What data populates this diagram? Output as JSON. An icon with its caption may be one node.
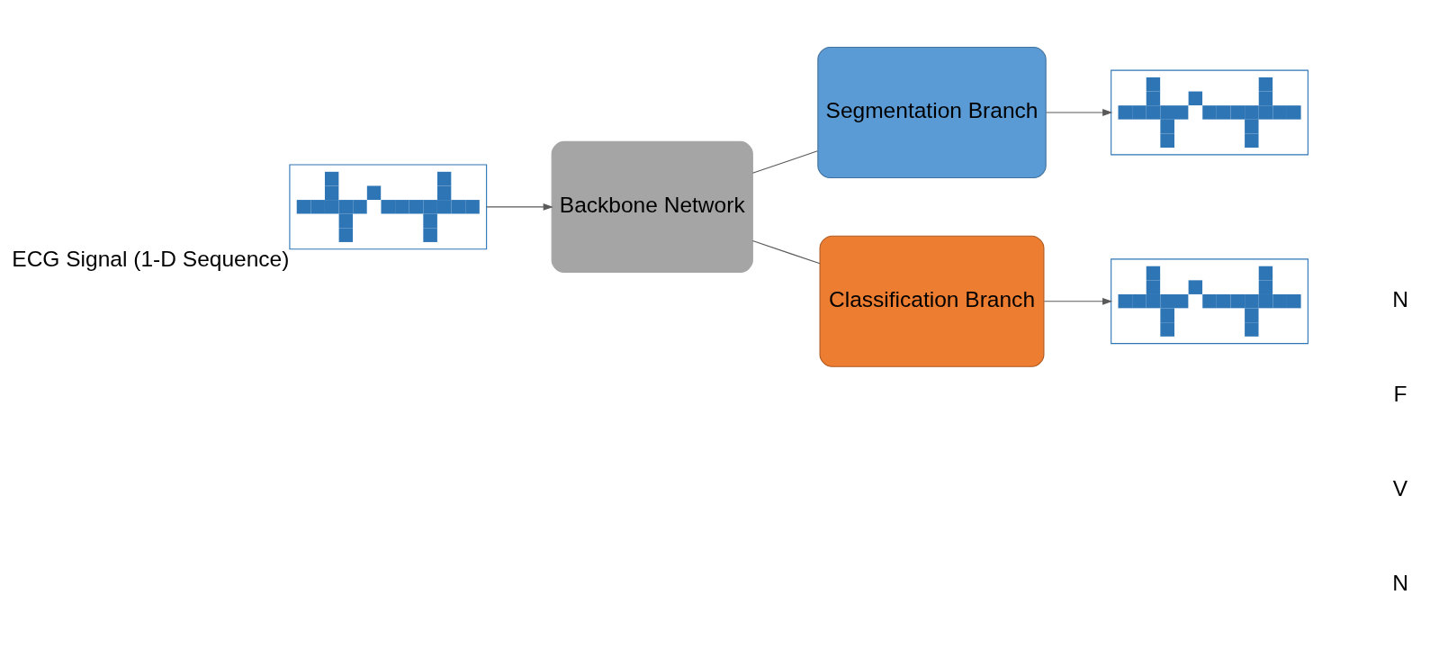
{
  "diagram": {
    "nodes": [
      {
        "text": [],
        "shape": "picture",
        "beside": [
          "ECG Signal (1-D Sequence)"
        ]
      },
      {
        "text": [
          "Backbone Network"
        ]
      },
      {
        "text": [
          "Segmentation Branch"
        ]
      },
      {
        "text": [
          "Classification Branch"
        ]
      },
      {
        "text": [],
        "shape": "picture"
      },
      {
        "text": [],
        "shape": "picture"
      }
    ],
    "edges": [
      {
        "from": 0,
        "to": 1,
        "arrow": "to"
      },
      {
        "from": 1,
        "to": 2,
        "arrow": "none"
      },
      {
        "from": 1,
        "to": 3,
        "arrow": "none"
      },
      {
        "from": 2,
        "to": 4,
        "arrow": "to"
      },
      {
        "from": 3,
        "to": 5,
        "arrow": "to"
      }
    ],
    "labels": [
      "N",
      "F",
      "V",
      "N"
    ]
  }
}
